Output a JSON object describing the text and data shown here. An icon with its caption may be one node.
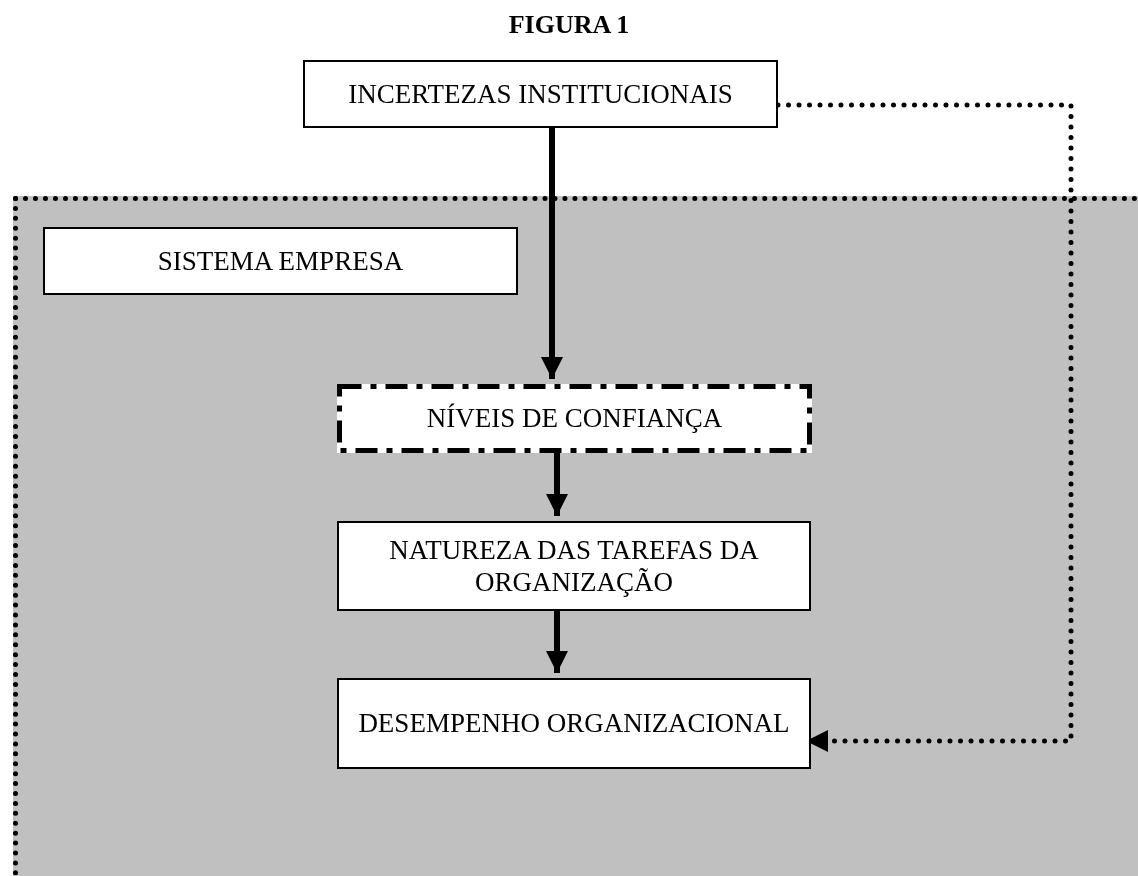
{
  "diagram": {
    "title": "FIGURA 1",
    "nodes": [
      {
        "text": [
          "INCERTEZAS INSTITUCIONAIS"
        ]
      },
      {
        "text": [],
        "shape": "box"
      },
      {
        "text": [
          "SISTEMA EMPRESA"
        ],
        "in": 1
      },
      {
        "text": [
          "NÍVEIS DE CONFIANÇA"
        ],
        "in": 1
      },
      {
        "text": [
          "NATUREZA DAS TAREFAS DA ORGANIZAÇÃO"
        ],
        "in": 1
      },
      {
        "text": [
          "DESEMPENHO ORGANIZACIONAL"
        ],
        "in": 1
      }
    ],
    "edges": [
      {
        "from": 0,
        "to": 3,
        "arrow": "to"
      },
      {
        "from": 3,
        "to": 4,
        "arrow": "to"
      },
      {
        "from": 4,
        "to": 5,
        "arrow": "to"
      },
      {
        "from": 0,
        "to": 5,
        "arrow": "to",
        "style": "dashed"
      }
    ]
  }
}
